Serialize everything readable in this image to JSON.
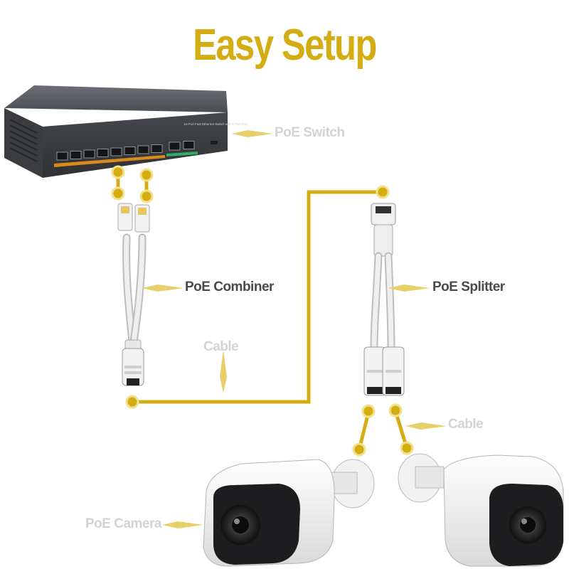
{
  "title": "Easy Setup",
  "labels": {
    "poe_switch": "PoE Switch",
    "poe_combiner": "PoE Combiner",
    "poe_splitter": "PoE Splitter",
    "cable_1": "Cable",
    "cable_2": "Cable",
    "poe_camera": "PoE Camera"
  },
  "switch_panel_text": "16-Port Fast Ethernet Switch with 8-Port PoE",
  "colors": {
    "title": "#d4ad12",
    "cable": "#d4ad12",
    "arrow": "#e7cf6a",
    "label_dark": "#4a4a4a",
    "label_light": "#d3d3d3"
  }
}
